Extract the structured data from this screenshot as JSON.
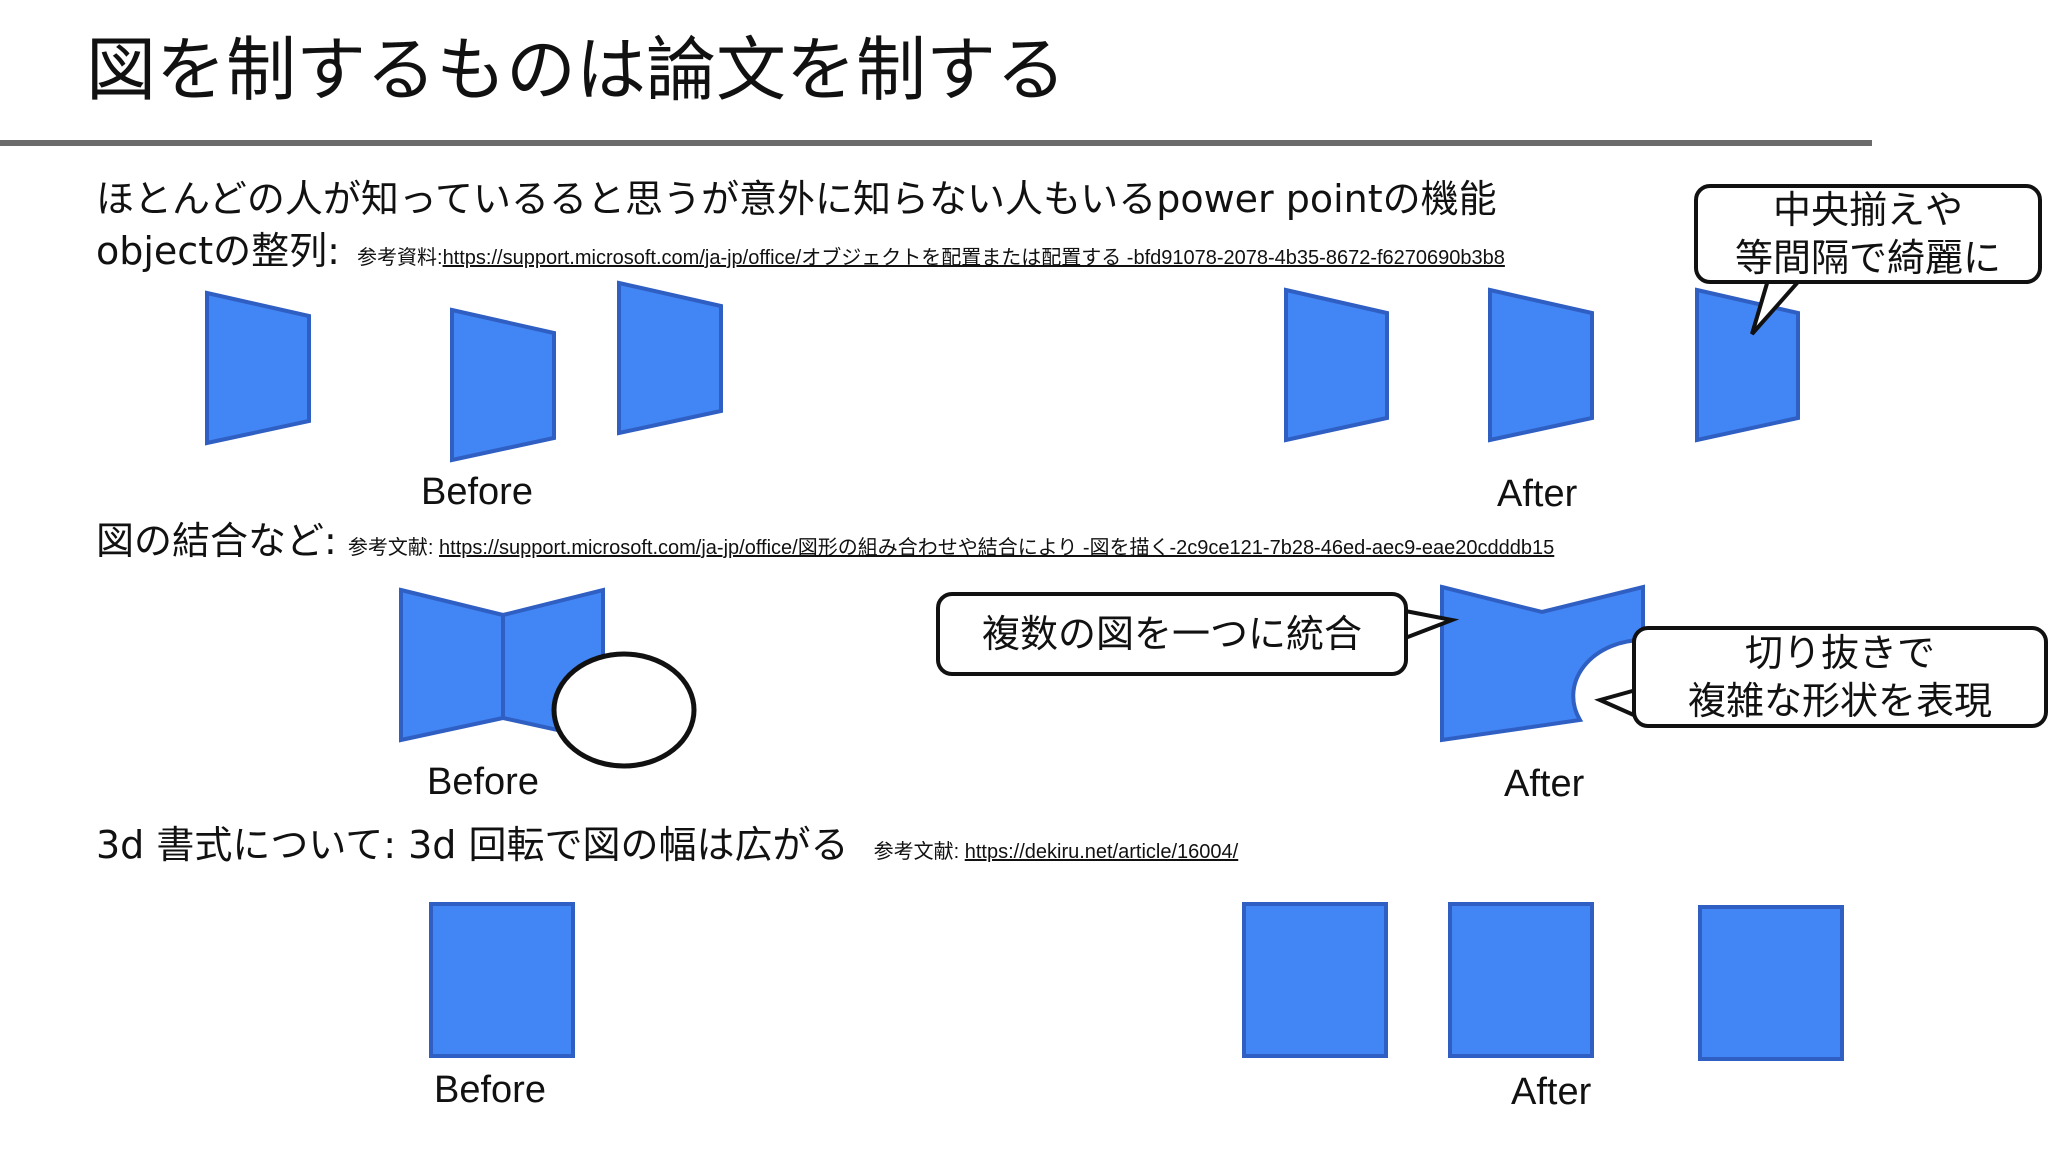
{
  "slide": {
    "title": "図を制するものは論文を制する"
  },
  "intro": "ほとんどの人が知っているると思うが意外に知らない人もいるpower pointの機能",
  "section1": {
    "heading": "objectの整列:",
    "ref_label": "参考資料:",
    "ref_url": "https://support.microsoft.com/ja-jp/office/オブジェクトを配置または配置する -bfd91078-2078-4b35-8672-f6270690b3b8",
    "before_label": "Before",
    "after_label": "After",
    "callout_line1": "中央揃えや",
    "callout_line2": "等間隔で綺麗に"
  },
  "section2": {
    "heading": "図の結合など:",
    "ref_label": "参考文献:",
    "ref_url": "https://support.microsoft.com/ja-jp/office/図形の組み合わせや結合により -図を描く-2c9ce121-7b28-46ed-aec9-eae20cdddb15",
    "before_label": "Before",
    "after_label": "After",
    "callout_merge": "複数の図を一つに統合",
    "callout_cut_line1": "切り抜きで",
    "callout_cut_line2": "複雑な形状を表現"
  },
  "section3": {
    "heading": "3d 書式について: 3d 回転で図の幅は広がる",
    "ref_label": "参考文献:",
    "ref_url": "https://dekiru.net/article/16004/",
    "before_label": "Before",
    "after_label": "After"
  },
  "colors": {
    "shape_fill": "#4285f4",
    "shape_stroke": "#2f5fc2",
    "rule": "#6b6b6b"
  }
}
